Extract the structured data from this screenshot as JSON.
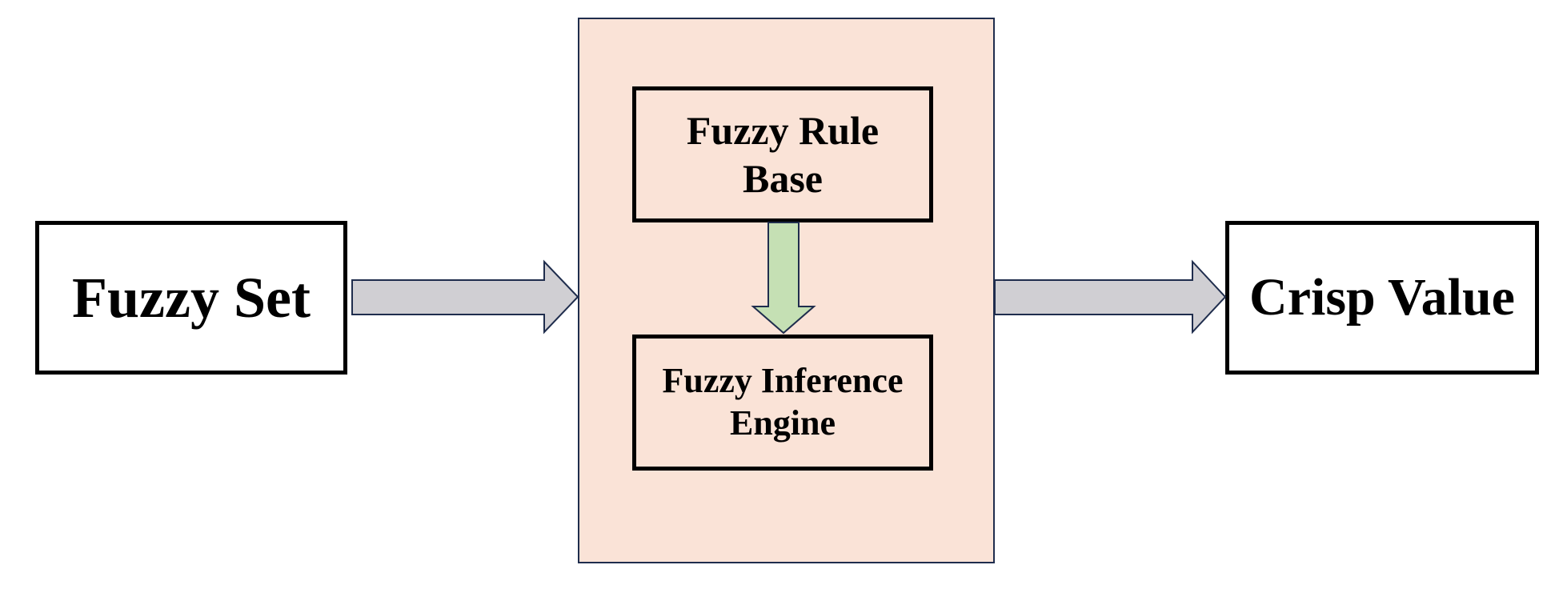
{
  "nodes": {
    "input": {
      "label": "Fuzzy Set"
    },
    "rule_base": {
      "lines": [
        "Fuzzy Rule",
        "Base"
      ]
    },
    "inference_engine": {
      "lines": [
        "Fuzzy Inference",
        "Engine"
      ]
    },
    "output": {
      "label": "Crisp Value"
    }
  },
  "edges": [
    {
      "from": "input",
      "to": "fuzzy-system-container",
      "color": "#d0cfd3"
    },
    {
      "from": "rule_base",
      "to": "inference_engine",
      "color": "#c5e0b4"
    },
    {
      "from": "fuzzy-system-container",
      "to": "output",
      "color": "#d0cfd3"
    }
  ],
  "colors": {
    "container_fill": "#fae3d7",
    "container_border": "#1f2d4d",
    "box_border": "#000000",
    "arrow_outline": "#1f2d4d"
  }
}
